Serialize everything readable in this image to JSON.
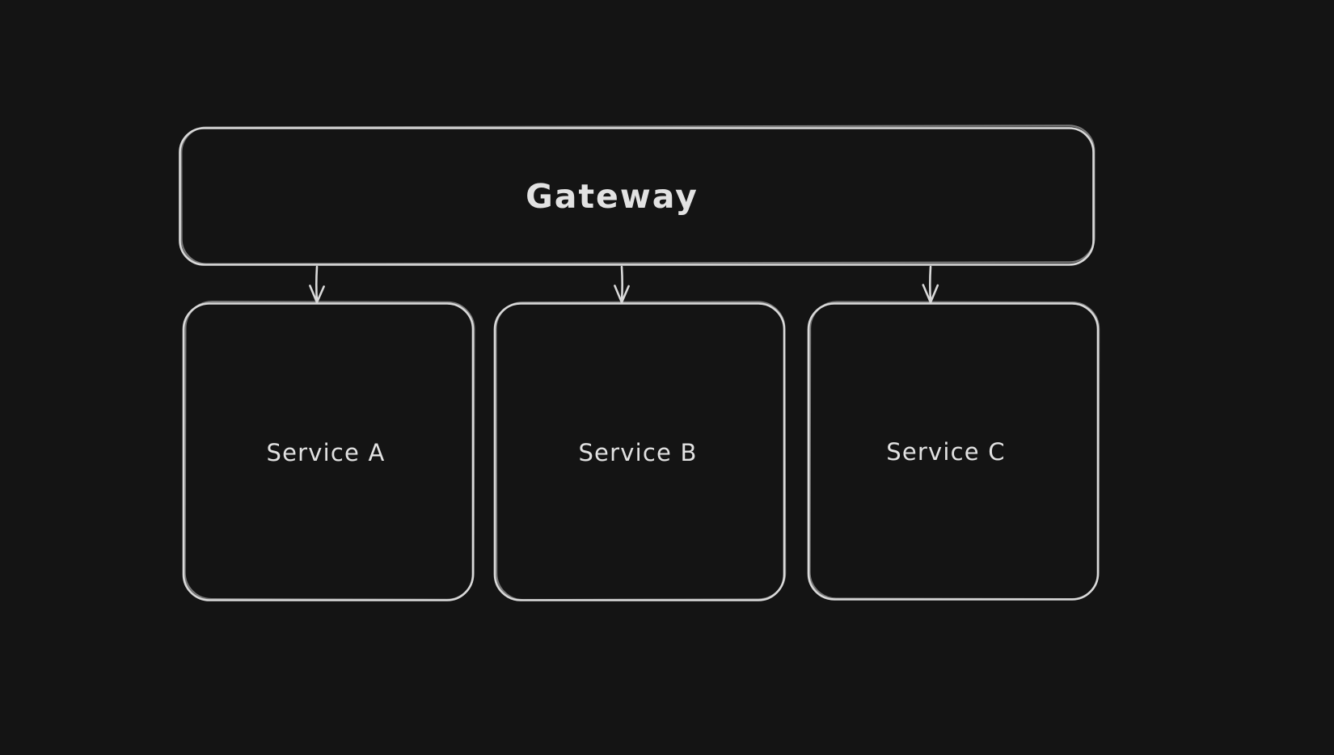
{
  "canvas": {
    "background_color": "#141414",
    "stroke_color": "#d9d9d9",
    "text_color": "#e2e2e2"
  },
  "diagram": {
    "nodes": [
      {
        "id": "gateway",
        "label": "Gateway"
      },
      {
        "id": "service-a",
        "label": "Service A"
      },
      {
        "id": "service-b",
        "label": "Service B"
      },
      {
        "id": "service-c",
        "label": "Service C"
      }
    ],
    "edges": [
      {
        "id": "edge-gateway-service-a",
        "from": "gateway",
        "to": "service-a"
      },
      {
        "id": "edge-gateway-service-b",
        "from": "gateway",
        "to": "service-b"
      },
      {
        "id": "edge-gateway-service-c",
        "from": "gateway",
        "to": "service-c"
      }
    ]
  }
}
